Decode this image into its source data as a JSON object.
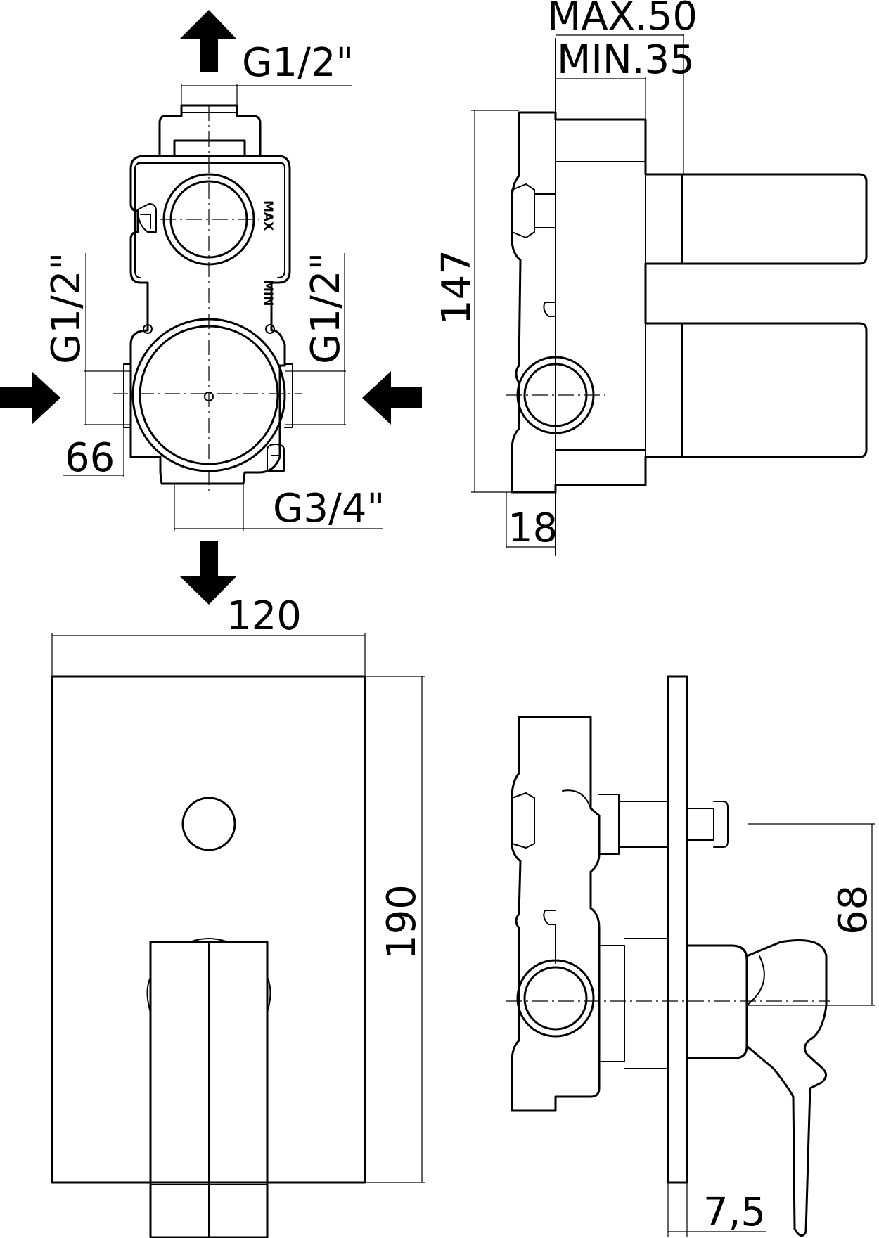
{
  "labels": {
    "top_inlet": "G1/2\"",
    "left_inlet": "G1/2\"",
    "right_inlet": "G1/2\"",
    "bottom_outlet": "G3/4\"",
    "max_mark": "MAX",
    "min_mark": "MIN"
  },
  "dimensions": {
    "max_depth": "MAX.50",
    "min_depth": "MIN.35",
    "height_box": "147",
    "offset_box": "18",
    "offset_left": "66",
    "plate_width": "120",
    "plate_height": "190",
    "spindle_offset": "68",
    "plate_thickness": "7,5"
  }
}
